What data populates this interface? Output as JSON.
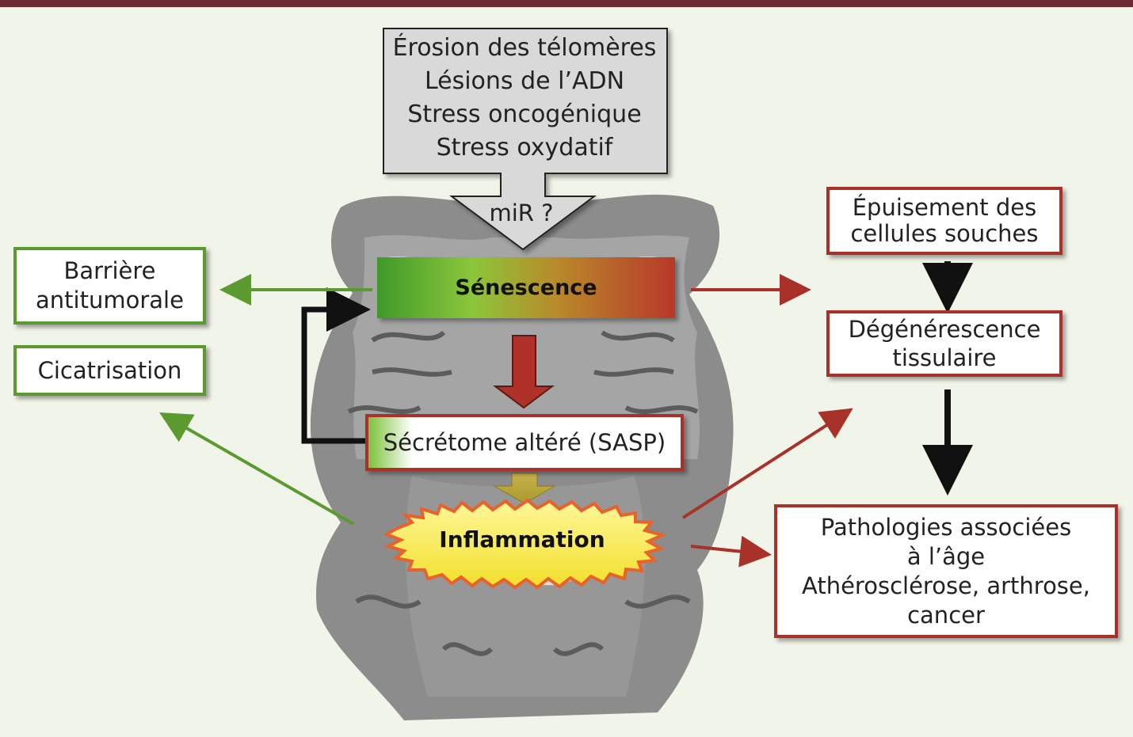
{
  "colors": {
    "green": "#5a9a2e",
    "red": "#a8322a",
    "black": "#111111",
    "topbar": "#6b2a34",
    "background": "#f1f4e8"
  },
  "input_box": {
    "lines": [
      "Érosion des télomères",
      "Lésions de l’ADN",
      "Stress oncogénique",
      "Stress oxydatif"
    ],
    "arrow_label": "miR ?"
  },
  "senescence": {
    "label": "Sénescence"
  },
  "sasp": {
    "label": "Sécrétome altéré (SASP)"
  },
  "inflammation": {
    "label": "Inflammation"
  },
  "left_boxes": {
    "barriere": {
      "lines": [
        "Barrière",
        "antitumorale"
      ]
    },
    "cicatrisation": {
      "label": "Cicatrisation"
    }
  },
  "right_boxes": {
    "epuisement": {
      "lines": [
        "Épuisement des",
        "cellules souches"
      ]
    },
    "degenerescence": {
      "lines": [
        "Dégénérescence",
        "tissulaire"
      ]
    },
    "pathologies": {
      "lines": [
        "Pathologies associées",
        "à l’âge",
        "Athérosclérose, arthrose,",
        "cancer"
      ]
    }
  },
  "background_image": {
    "description_icon": "janus-head-statue"
  }
}
